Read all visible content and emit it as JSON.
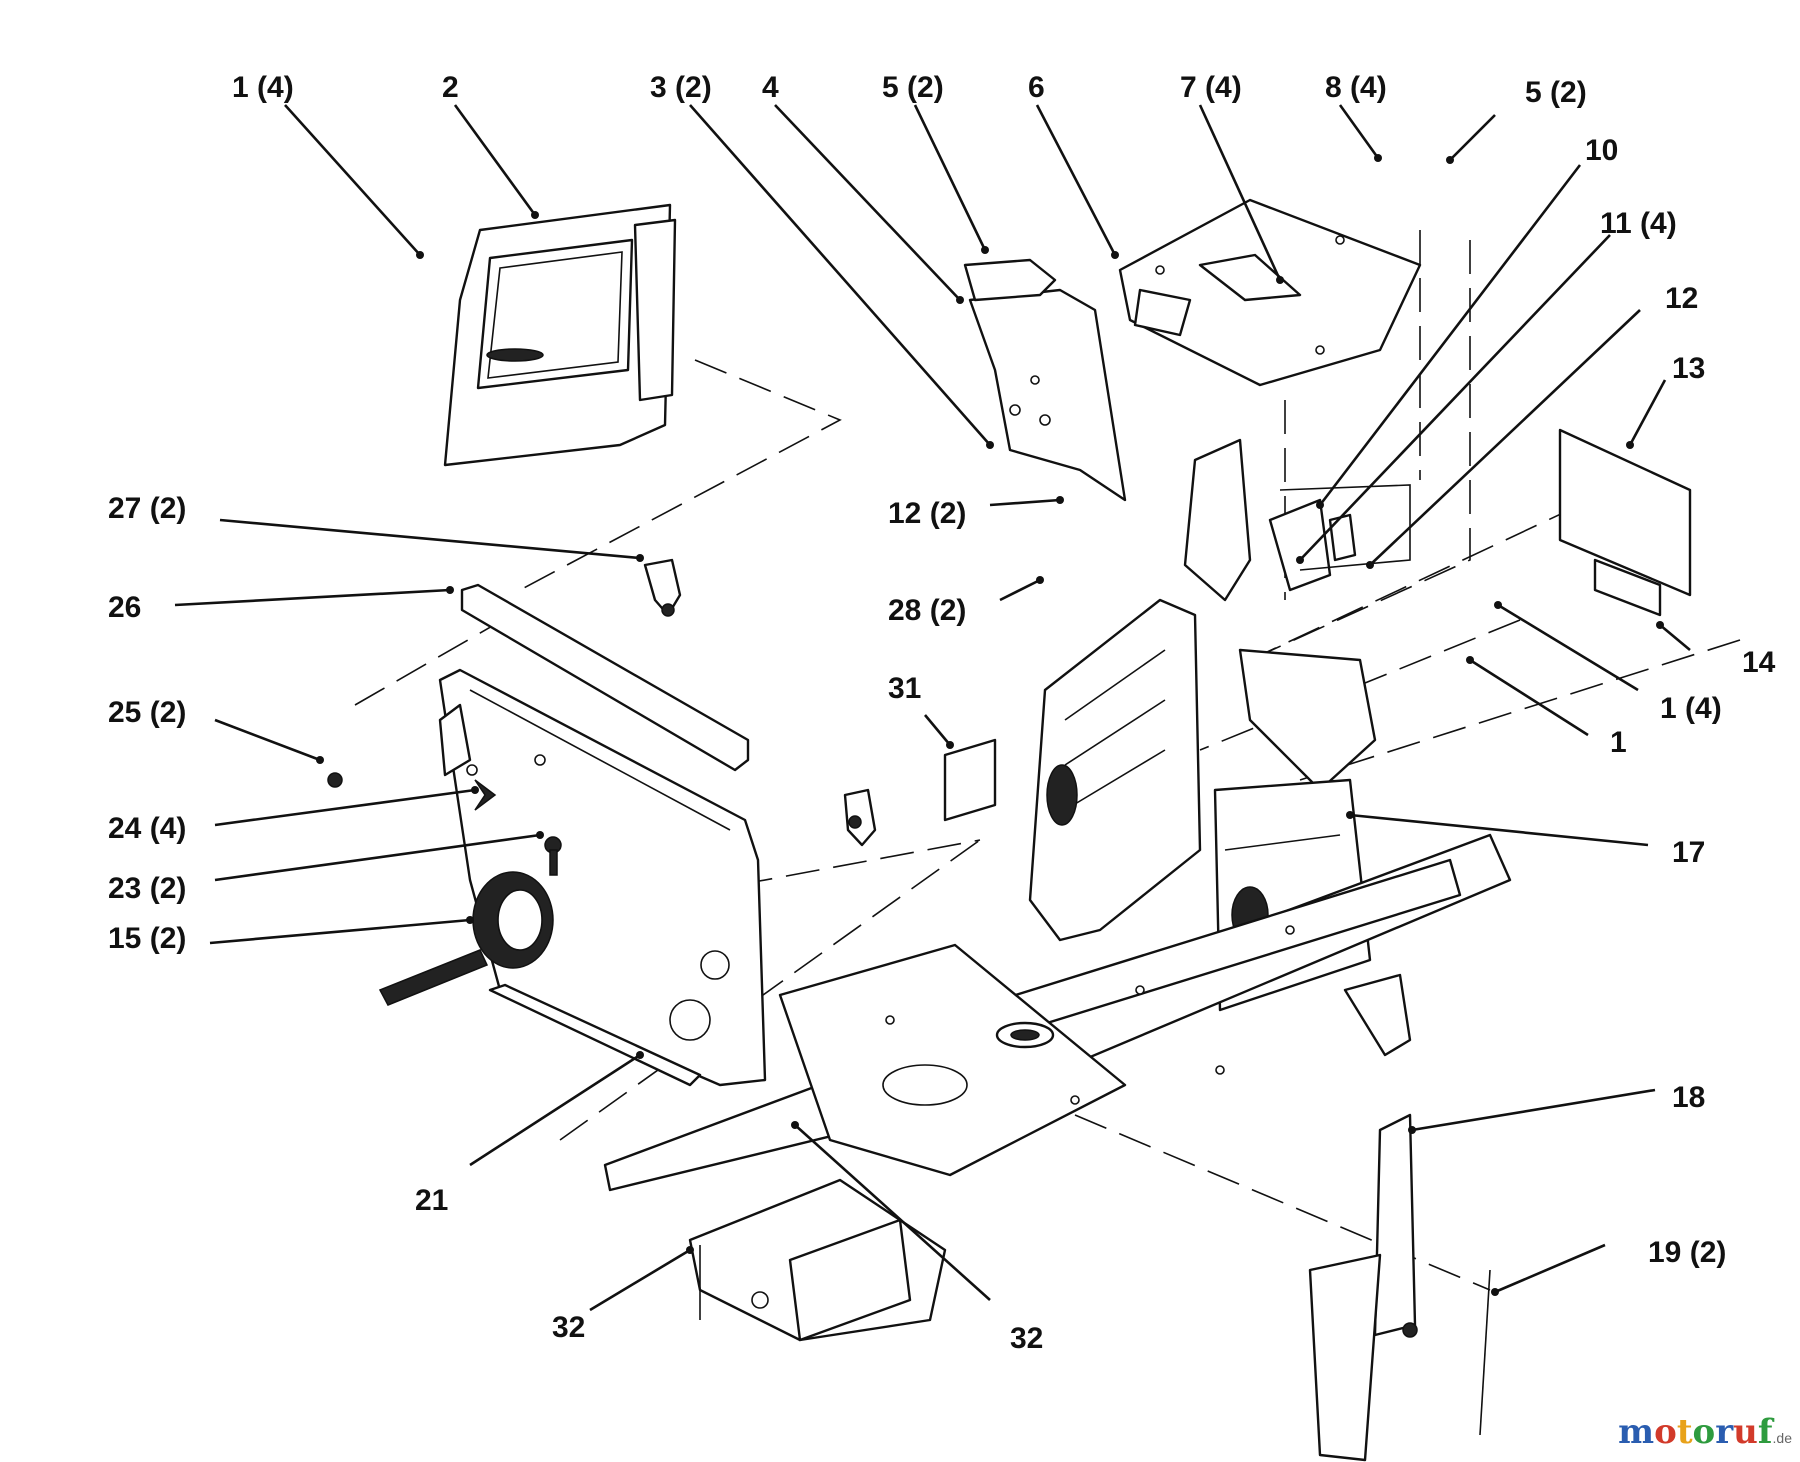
{
  "labels": {
    "l1_4a": "1 (4)",
    "l2": "2",
    "l3_2": "3 (2)",
    "l4": "4",
    "l5_2a": "5 (2)",
    "l6": "6",
    "l7_4": "7 (4)",
    "l8_4": "8 (4)",
    "l5_2b": "5 (2)",
    "l10": "10",
    "l11_4": "11 (4)",
    "l12": "12",
    "l13": "13",
    "l14": "14",
    "l12_2": "12 (2)",
    "l28_2": "28 (2)",
    "l27_2": "27 (2)",
    "l26": "26",
    "l25_2": "25 (2)",
    "l24_4": "24 (4)",
    "l23_2": "23 (2)",
    "l15_2": "15 (2)",
    "l31": "31",
    "l1_4b": "1 (4)",
    "l1": "1",
    "l17": "17",
    "l21": "21",
    "l18": "18",
    "l19_2": "19 (2)",
    "l32a": "32",
    "l32b": "32"
  },
  "watermark": {
    "letters": [
      "m",
      "o",
      "t",
      "o",
      "r",
      "u",
      "f"
    ],
    "colors": [
      "#2a5db0",
      "#d23a2a",
      "#e8a21a",
      "#2e9b3e",
      "#2a5db0",
      "#d23a2a",
      "#2e9b3e"
    ],
    "tld": ".de"
  }
}
